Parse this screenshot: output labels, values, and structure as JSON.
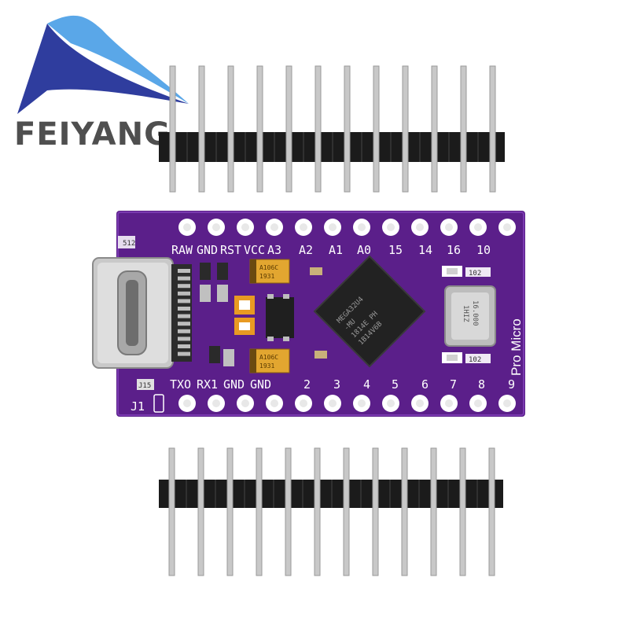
{
  "brand": {
    "name": "FEIYANG",
    "colors": {
      "wave_dark": "#2f3d9e",
      "wave_light": "#5aa7e8",
      "text": "#4f4f4f"
    }
  },
  "board": {
    "name": "Pro Micro",
    "color": "#5b1f8a",
    "top_labels": [
      "RAW",
      "GND",
      "RST",
      "VCC",
      "A3",
      "A2",
      "A1",
      "A0",
      "15",
      "14",
      "16",
      "10"
    ],
    "bottom_labels": [
      "TXO",
      "RX1",
      "GND",
      "GND",
      "2",
      "3",
      "4",
      "5",
      "6",
      "7",
      "8",
      "9"
    ],
    "jumper_label": "J1",
    "mcu": {
      "lines": [
        "MEGA32U4",
        "-MU",
        "1814E PH",
        "1B14V6B"
      ]
    },
    "capacitor_top": {
      "lines": [
        "A106C",
        "1931"
      ]
    },
    "capacitor_bottom": {
      "lines": [
        "A106C",
        "1931"
      ]
    },
    "oscillator": {
      "lines": [
        "16.000",
        "1HIZ"
      ]
    },
    "small_components": [
      "512",
      "J15",
      "102",
      "102"
    ]
  }
}
